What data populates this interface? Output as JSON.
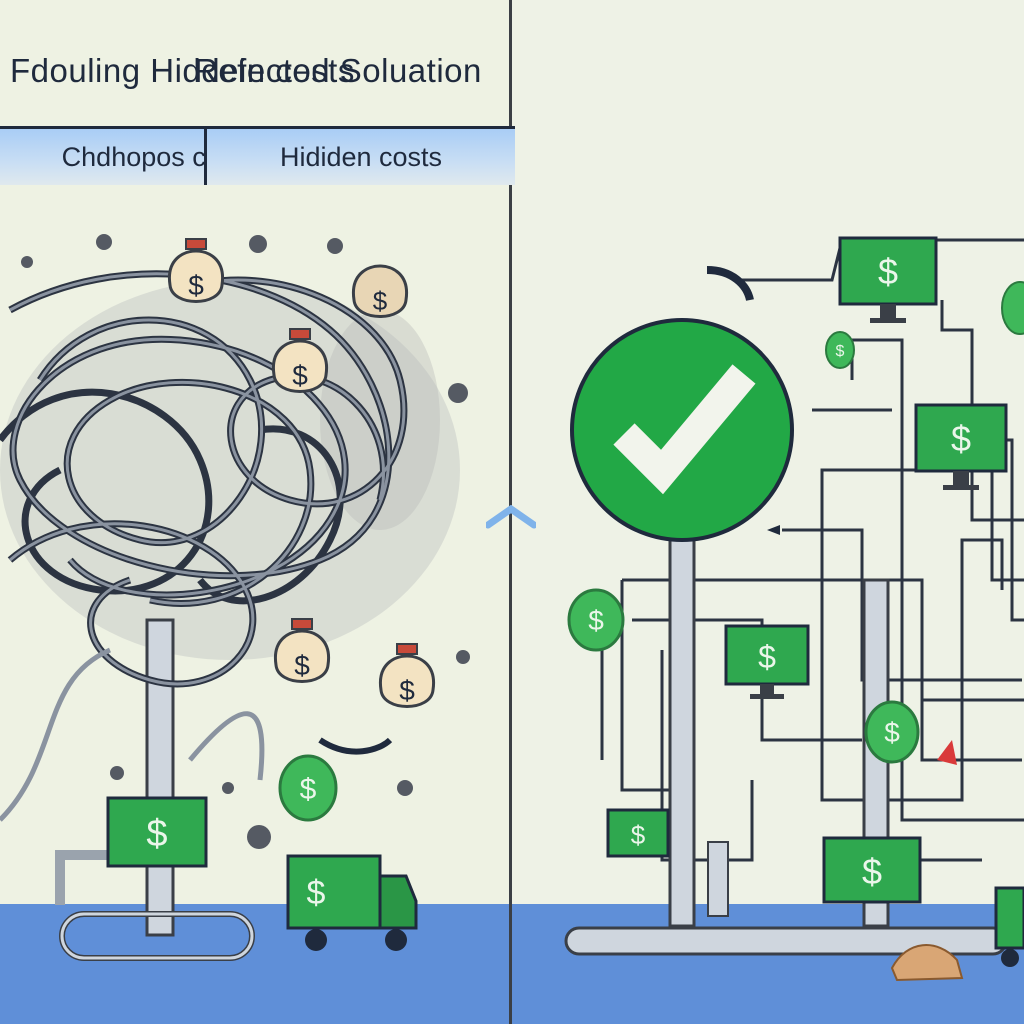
{
  "left_panel": {
    "title": "Fdouling Hiddein costs",
    "banner": "Chdhopos c end",
    "icon_label": "$"
  },
  "right_panel": {
    "title": "Refected Soluation",
    "banner": "Hididen costs",
    "icon_label": "$"
  },
  "colors": {
    "panel_bg": "#eef2e4",
    "banner_blue": "#a9cdf5",
    "floor_blue": "#5f8fd8",
    "money_green": "#2fa84f",
    "check_green": "#22a846",
    "bag_tan": "#f3e3c2",
    "ink": "#1f2a3d"
  }
}
